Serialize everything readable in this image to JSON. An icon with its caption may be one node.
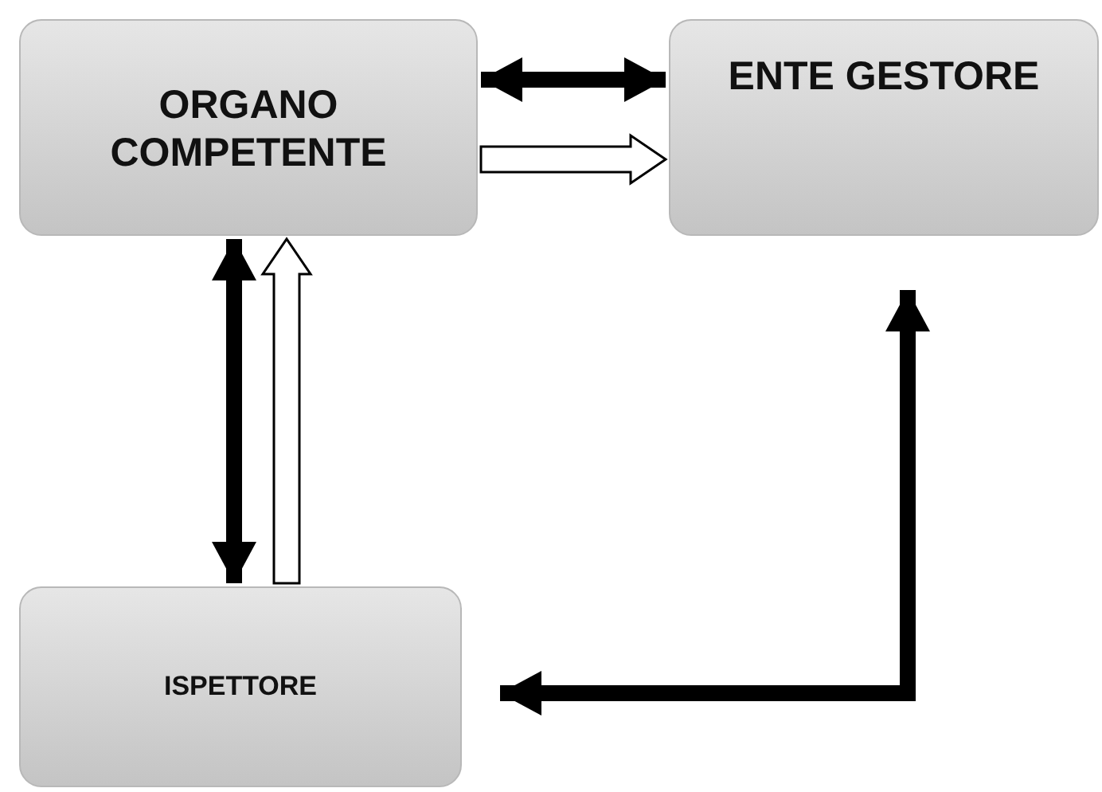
{
  "diagram": {
    "nodes": [
      {
        "text": [
          "ORGANO COMPETENTE"
        ]
      },
      {
        "text": [
          "ENTE GESTORE"
        ]
      },
      {
        "text": [
          "ISPETTORE"
        ]
      }
    ],
    "edges": [
      {
        "from": 0,
        "to": 1,
        "arrow": "both"
      },
      {
        "from": 0,
        "to": 1,
        "arrow": "to",
        "color": "#ffffff"
      },
      {
        "from": 0,
        "to": 2,
        "arrow": "both"
      },
      {
        "from": 2,
        "to": 0,
        "arrow": "to",
        "color": "#ffffff"
      },
      {
        "from": 2,
        "to": 1,
        "arrow": "both"
      }
    ]
  }
}
